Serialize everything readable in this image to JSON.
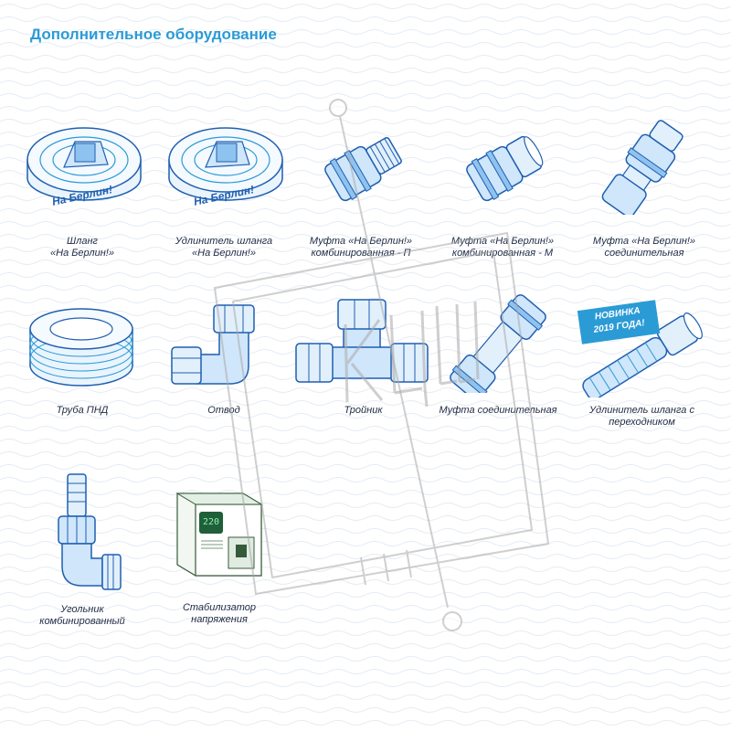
{
  "title": "Дополнительное оборудование",
  "colors": {
    "accent": "#2b9bd6",
    "outline": "#1f5fb0",
    "fill": "#cfe6fb",
    "text": "#1f2a44"
  },
  "items": [
    {
      "icon": "hose-reel-icon",
      "caption": [
        "Шланг",
        "«На Берлин!»"
      ],
      "reel_label": "На Берлин!"
    },
    {
      "icon": "hose-extension-reel-icon",
      "caption": [
        "Удлинитель шланга",
        "«На Берлин!»"
      ],
      "reel_label": "На Берлин!"
    },
    {
      "icon": "coupling-p-icon",
      "caption": [
        "Муфта «На Берлин!»",
        "комбинированная - П"
      ]
    },
    {
      "icon": "coupling-m-icon",
      "caption": [
        "Муфта «На Берлин!»",
        "комбинированная - М"
      ]
    },
    {
      "icon": "coupling-connector-icon",
      "caption": [
        "Муфта «На Берлин!»",
        "соединительная"
      ]
    },
    {
      "icon": "pnd-pipe-coil-icon",
      "caption": [
        "Труба ПНД"
      ]
    },
    {
      "icon": "elbow-fitting-icon",
      "caption": [
        "Отвод"
      ]
    },
    {
      "icon": "tee-fitting-icon",
      "caption": [
        "Тройник"
      ]
    },
    {
      "icon": "straight-coupling-icon",
      "caption": [
        "Муфта соединительная"
      ]
    },
    {
      "icon": "hose-extension-adapter-icon",
      "caption": [
        "Удлинитель шланга с",
        "переходником"
      ],
      "badge": [
        "НОВИНКА",
        "2019 ГОДА!"
      ]
    },
    {
      "icon": "combined-elbow-icon",
      "caption": [
        "Угольник",
        "комбинированный"
      ]
    },
    {
      "icon": "voltage-stabilizer-icon",
      "caption": [
        "Стабилизатор",
        "напряжения"
      ],
      "display": "220"
    }
  ]
}
